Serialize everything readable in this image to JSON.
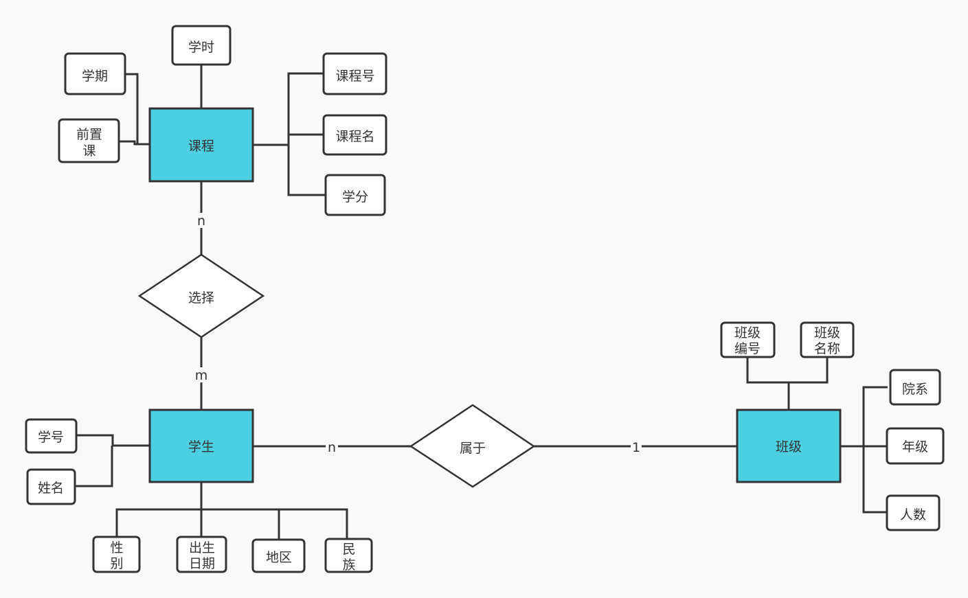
{
  "entities": {
    "course": "课程",
    "student": "学生",
    "class": "班级"
  },
  "relationships": {
    "select": "选择",
    "belong": "属于"
  },
  "cardinality": {
    "course_select": "n",
    "student_select": "m",
    "student_belong": "n",
    "class_belong": "1"
  },
  "course_attrs": {
    "hours": "学时",
    "term": "学期",
    "prereq": [
      "前置",
      "课"
    ],
    "course_no": "课程号",
    "course_name": "课程名",
    "credit": "学分"
  },
  "student_attrs": {
    "student_no": "学号",
    "name": "姓名",
    "gender": [
      "性",
      "别"
    ],
    "birth_date": [
      "出生",
      "日期"
    ],
    "region": "地区",
    "ethnicity": [
      "民",
      "族"
    ]
  },
  "class_attrs": {
    "class_no": [
      "班级",
      "编号"
    ],
    "class_name": [
      "班级",
      "名称"
    ],
    "department": "院系",
    "grade": "年级",
    "count": "人数"
  },
  "colors": {
    "entity_fill": "#4ccfe0",
    "stroke": "#333333",
    "background": "#f9f9f9"
  }
}
